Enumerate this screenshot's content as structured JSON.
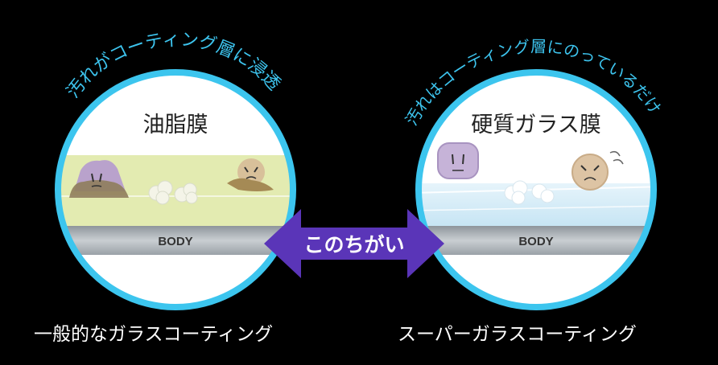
{
  "colors": {
    "background": "#000000",
    "ring": "#3cc5ee",
    "arc_text": "#3dc4ee",
    "arrow": "#5a35b8",
    "oil_layer": "#e3ebb1",
    "glass_layer": "#d4ecf7",
    "body_bar": "#b8bec3"
  },
  "left": {
    "arc_label": "汚れがコーティング層に浸透",
    "title": "油脂膜",
    "body_label": "BODY",
    "caption": "一般的なガラスコーティング"
  },
  "right": {
    "arc_label": "汚れはコーティング層にのっているだけ",
    "title": "硬質ガラス膜",
    "body_label": "BODY",
    "caption": "スーパーガラスコーティング"
  },
  "arrow": {
    "label": "このちがい"
  }
}
